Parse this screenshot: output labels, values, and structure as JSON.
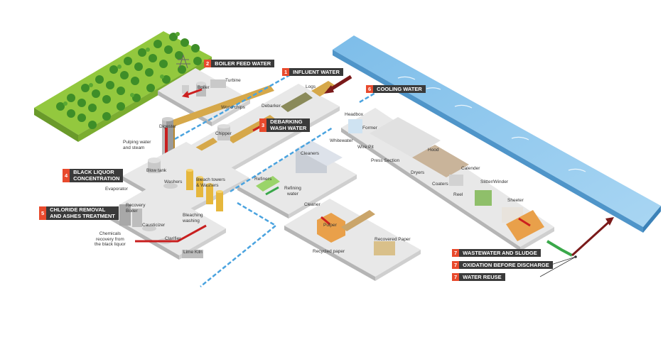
{
  "callouts": {
    "influent_water": {
      "num": "1",
      "text": "INFLUENT WATER"
    },
    "boiler_feed_water": {
      "num": "2",
      "text": "BOILER FEED WATER"
    },
    "debarking_wash_water": {
      "num": "3",
      "line1": "DEBARKING",
      "line2": "WASH WATER"
    },
    "black_liquor": {
      "num": "4",
      "line1": "Black Liquor",
      "line2": "concentration"
    },
    "chloride_removal": {
      "num": "5",
      "line1": "CHLORIDE REMOVAL",
      "line2": "AND ASHES TREATMENT"
    },
    "cooling_water": {
      "num": "6",
      "text": "COOLING WATER"
    },
    "wastewater": {
      "num": "7",
      "text": "WASTEWATER AND SLUDGE"
    },
    "oxidation": {
      "num": "7",
      "text": "OXIDATION BEFORE DISCHARGE"
    },
    "water_reuse": {
      "num": "7",
      "text": "WATER REUSE"
    }
  },
  "labels": {
    "turbine": "Turbine",
    "boiler": "Boiler",
    "logs": "Logs",
    "wood_chips": "Wood chips",
    "debarker": "Debarker",
    "digester": "Digester",
    "chipper": "Chipper",
    "pulping_line1": "Pulping water",
    "pulping_line2": "and steam",
    "blow_tank": "Blow tank",
    "washers": "Washers",
    "bleach_line1": "Bleach towers",
    "bleach_line2": "& Washers",
    "bleaching_line1": "Bleaching",
    "bleaching_line2": "washing",
    "evaporator": "Evaporator",
    "recovery_line1": "Recovery",
    "recovery_line2": "Boiler",
    "causticizer": "Causticizer",
    "clarifier": "Clarifier",
    "chemicals_line1": "Chemicals",
    "chemicals_line2": "recovery from",
    "chemicals_line3": "the black liquor",
    "lime_kiln": "Lime Kiln",
    "cleaners": "Cleaners",
    "whitewater": "Whitewater",
    "refiners": "Refiners",
    "refining_line1": "Refining",
    "refining_line2": "water",
    "cleaner": "Cleaner",
    "pulper": "Pulper",
    "recovered_paper": "Recovered Paper",
    "recycled_paper": "Recycled paper",
    "headbox": "Headbox",
    "former": "Former",
    "wire_pit": "Wire Pit",
    "press_section": "Press Section",
    "hood": "Hood",
    "dryers": "Dryers",
    "calender": "Calender",
    "coaters": "Coaters",
    "slitter_winder": "Slitter/Winder",
    "reel": "Reel",
    "sheeter": "Sheeter"
  },
  "colors": {
    "accent": "#e84a2d",
    "label_bg": "#3a3a3a",
    "forest": "#8cc63f",
    "river": "#8fc8ef",
    "pipe": "#4aa3df",
    "platform": "#e6e6e6",
    "arrow_red": "#cc1f1f",
    "arrow_dark": "#7a1a1a",
    "wood": "#d6a84a"
  }
}
